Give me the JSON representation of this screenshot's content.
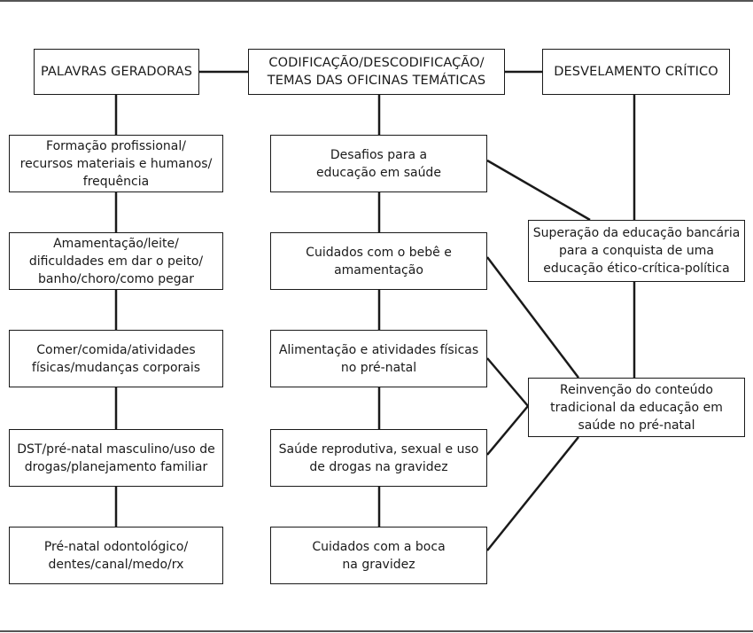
{
  "headers": {
    "left": "PALAVRAS GERADORAS",
    "center": "CODIFICAÇÃO/DESCODIFICAÇÃO/\nTEMAS DAS OFICINAS TEMÁTICAS",
    "right": "DESVELAMENTO CRÍTICO"
  },
  "left_column": [
    "Formação profissional/\nrecursos materiais e humanos/\nfrequência",
    "Amamentação/leite/\ndificuldades em dar o peito/\nbanho/choro/como pegar",
    "Comer/comida/atividades\nfísicas/mudanças corporais",
    "DST/pré-natal masculino/uso de\ndrogas/planejamento familiar",
    "Pré-natal odontológico/\ndentes/canal/medo/rx"
  ],
  "center_column": [
    "Desafios para a\neducação em saúde",
    "Cuidados com o bebê e\namamentação",
    "Alimentação e atividades físicas\nno pré-natal",
    "Saúde reprodutiva, sexual e uso\nde drogas na gravidez",
    "Cuidados com a boca\nna gravidez"
  ],
  "right_column": [
    "Superação da educação bancária\npara a conquista de uma\neducação ético-crítica-política",
    "Reinvenção do conteúdo\ntradicional da educação em\nsaúde no pré-natal"
  ]
}
